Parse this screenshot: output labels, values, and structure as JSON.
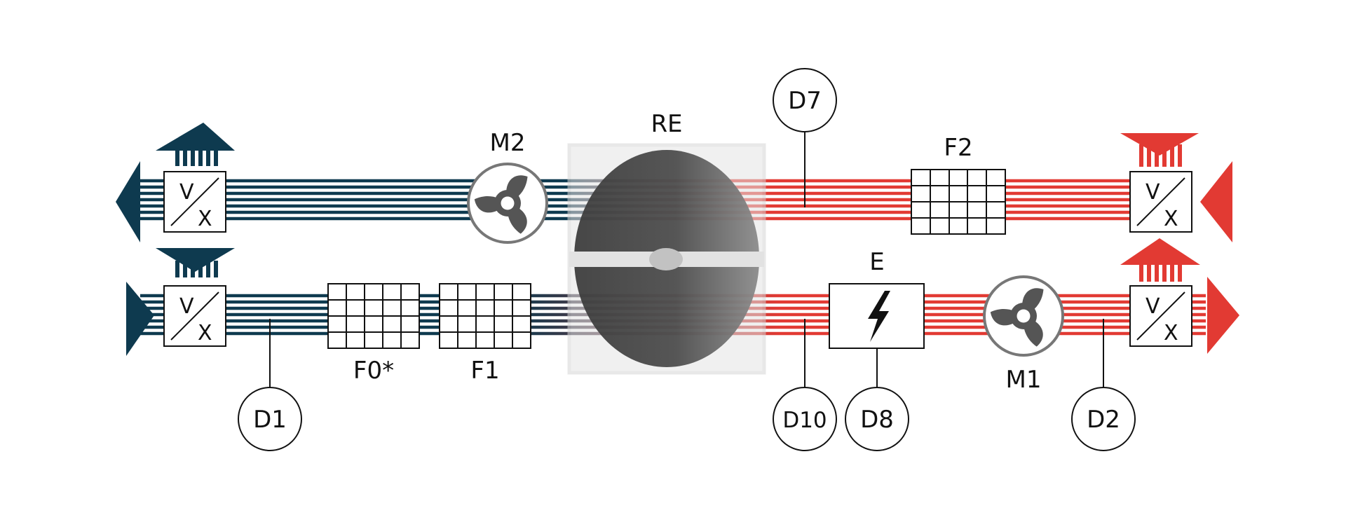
{
  "colors": {
    "cold": "#0e3a4f",
    "hot": "#e23a33",
    "wheel": "#3d3d3d",
    "housing": "#e2e2e2",
    "fan": "#555555",
    "ink": "#111111"
  },
  "labels": {
    "heat_exchanger": "RE",
    "fan_exhaust": "M2",
    "fan_supply": "M1",
    "prefilter": "F0*",
    "filter_supply": "F1",
    "filter_extract": "F2",
    "heater": "E"
  },
  "sensors": {
    "d1": "D1",
    "d2": "D2",
    "d7": "D7",
    "d8": "D8",
    "d10": "D10"
  },
  "damper": {
    "top": "V",
    "bottom": "X"
  },
  "icons": {
    "fan": "fan-icon",
    "heater": "lightning-bolt-icon",
    "damper": "damper-icon"
  }
}
